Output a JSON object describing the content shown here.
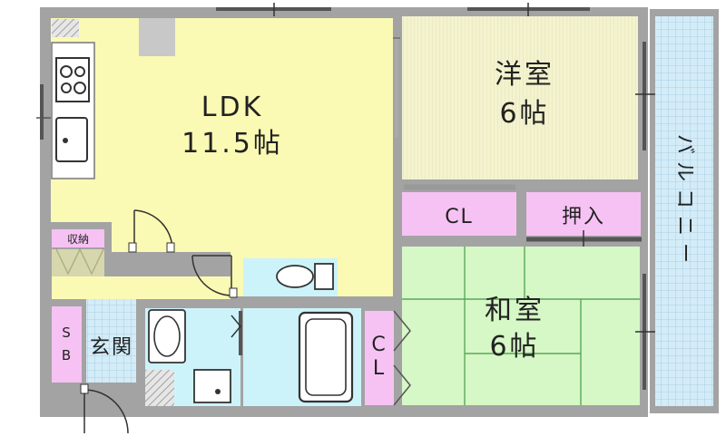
{
  "rooms": {
    "ldk": {
      "name": "LDK",
      "size": "11.5帖"
    },
    "western": {
      "name": "洋室",
      "size": "6帖"
    },
    "japanese": {
      "name": "和室",
      "size": "6帖"
    },
    "closet_western": "CL",
    "closet_japanese_c": "C",
    "closet_japanese_l": "L",
    "oshiire": "押入",
    "storage": "収納",
    "shoebox_s": "S",
    "shoebox_b": "B",
    "entrance": "玄関",
    "balcony": [
      "バ",
      "ル",
      "コ",
      "ニ",
      "ー"
    ]
  },
  "colors": {
    "ldk": "#fafab4",
    "western": "#f4f3cf",
    "japanese": "#d6f7c6",
    "closet": "#f6c2f3",
    "wet_area": "#cdf3fa",
    "balcony": "#cfe3f4",
    "wall": "#9a9a9a"
  }
}
